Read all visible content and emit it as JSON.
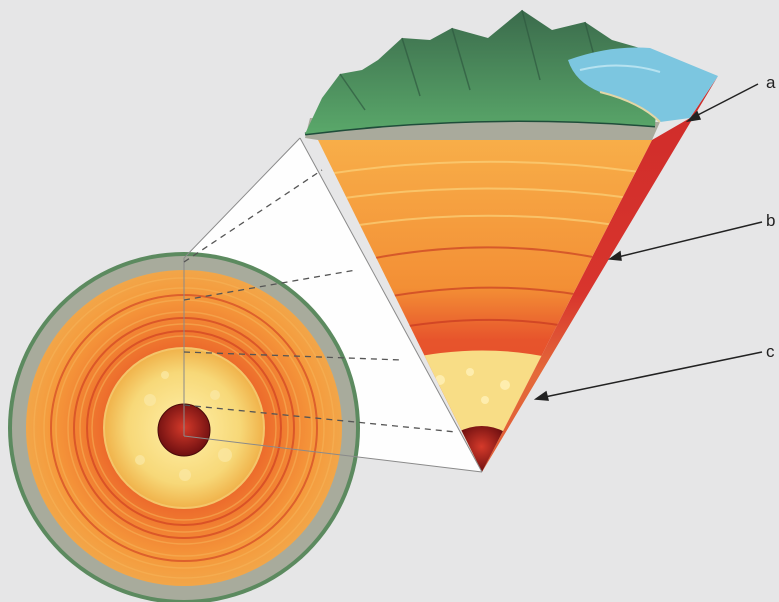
{
  "labels": [
    {
      "id": "a",
      "text": "a"
    },
    {
      "id": "b",
      "text": "b"
    },
    {
      "id": "c",
      "text": "c"
    }
  ],
  "colors": {
    "background": "#e6e6e7",
    "crust_land": "#4f9a62",
    "ocean": "#7cc6e0",
    "crust_rock": "#a9aa9c",
    "upper_mantle": "#f39a3a",
    "lower_mantle": "#e7542c",
    "outer_core": "#f7de83",
    "inner_core": "#9e1c1c",
    "wedge_side": "#d6322d",
    "leader_line": "#222222"
  }
}
